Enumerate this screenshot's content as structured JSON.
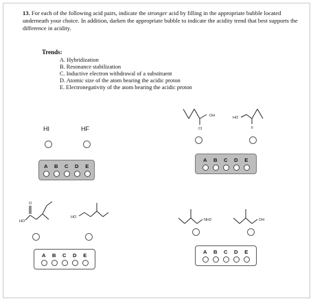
{
  "question": {
    "number": "13.",
    "text_before": " For each of the following acid pairs, indicate the ",
    "emphasis": "stronger",
    "text_after": " acid by filling in the appropriate bubble located underneath your choice.  In addition, darken the appropriate bubble to indicate the acidity trend that best supports the difference in acidity."
  },
  "trends": {
    "title": "Trends:",
    "items": [
      "A.  Hybridization",
      "B.  Resonance stabilization",
      "C.  Inductive electron withdrawal of a substituent",
      "D.  Atomic size of the atom bearing the acidic proton",
      "E.  Electronegativity of the atom bearing the acidic proton"
    ]
  },
  "choice_letters": [
    "A",
    "B",
    "C",
    "D",
    "E"
  ],
  "pairs": [
    {
      "left_label": "HI",
      "right_label": "HF",
      "box_style": "grey"
    },
    {
      "left_atom": "Cl",
      "left_oh": "OH",
      "right_ho": "HO",
      "right_atom": "F",
      "box_style": "grey"
    },
    {
      "left_ho": "HO",
      "left_o": "O",
      "right_ho": "HO",
      "box_style": "white"
    },
    {
      "left_group": "NH2",
      "right_group": "OH",
      "box_style": "white"
    }
  ],
  "colors": {
    "grey_box": "#bdbdbd",
    "outline": "#555555"
  }
}
